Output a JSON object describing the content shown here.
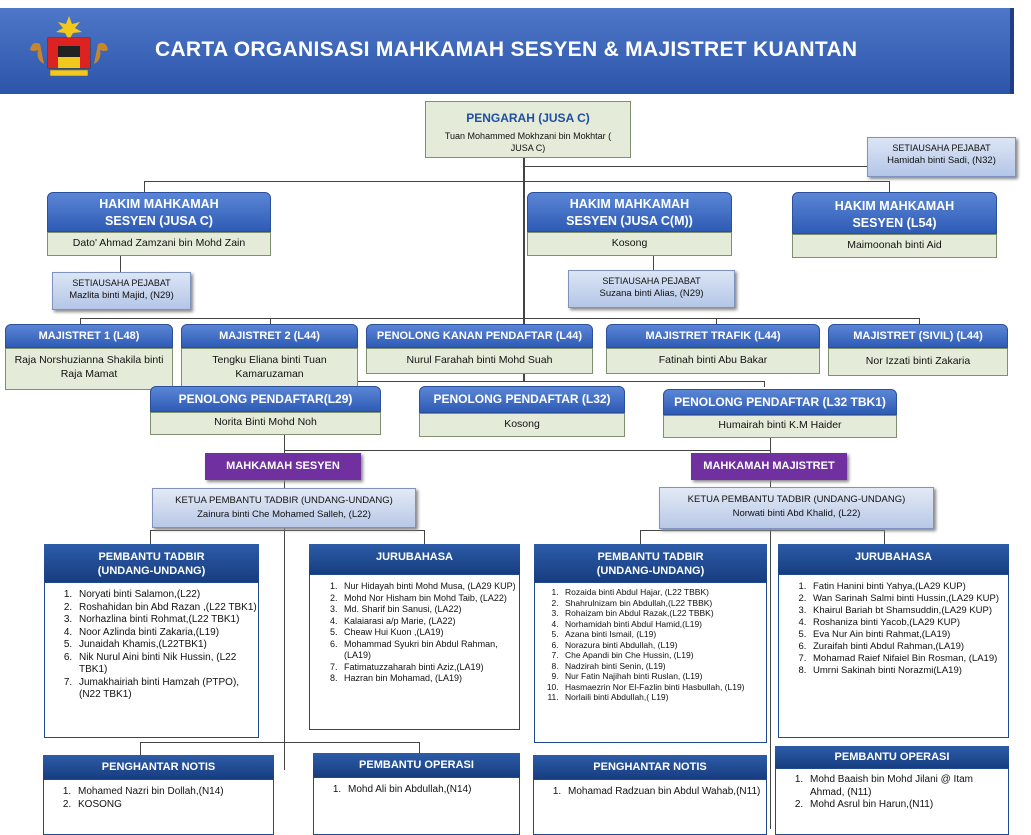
{
  "header": {
    "title": "CARTA ORGANISASI MAHKAMAH SESYEN & MAJISTRET KUANTAN"
  },
  "pengarah": {
    "title": "PENGARAH (JUSA C)",
    "name": "Tuan Mohammed Mokhzani bin Mokhtar ( JUSA C)"
  },
  "setiausaha_pengarah": {
    "title": "SETIAUSAHA PEJABAT",
    "name": "Hamidah binti Sadi, (N32)"
  },
  "hakim": [
    {
      "title": "HAKIM MAHKAMAH SESYEN (JUSA C)",
      "name": "Dato' Ahmad Zamzani bin Mohd Zain"
    },
    {
      "title": "HAKIM MAHKAMAH SESYEN (JUSA C(M))",
      "name": "Kosong"
    },
    {
      "title": "HAKIM MAHKAMAH SESYEN (L54)",
      "name": "Maimoonah binti Aid"
    }
  ],
  "setiausaha_hakim": [
    {
      "title": "SETIAUSAHA PEJABAT",
      "name": "Mazlita binti Majid, (N29)"
    },
    {
      "title": "SETIAUSAHA PEJABAT",
      "name": "Suzana binti Alias, (N29)"
    }
  ],
  "majistret": [
    {
      "title": "MAJISTRET 1 (L48)",
      "name": "Raja Norshuzianna Shakila binti Raja Mamat"
    },
    {
      "title": "MAJISTRET 2 (L44)",
      "name": "Tengku Eliana binti Tuan Kamaruzaman"
    },
    {
      "title": "PENOLONG KANAN PENDAFTAR (L44)",
      "name": "Nurul Farahah binti Mohd Suah"
    },
    {
      "title": "MAJISTRET TRAFIK (L44)",
      "name": "Fatinah binti Abu Bakar"
    },
    {
      "title": "MAJISTRET (SIVIL) (L44)",
      "name": "Nor Izzati binti Zakaria"
    }
  ],
  "penolong": [
    {
      "title": "PENOLONG PENDAFTAR(L29)",
      "name": "Norita Binti Mohd Noh"
    },
    {
      "title": "PENOLONG PENDAFTAR (L32)",
      "name": "Kosong"
    },
    {
      "title": "PENOLONG PENDAFTAR (L32 TBK1)",
      "name": "Humairah binti K.M Haider"
    }
  ],
  "mahkamah": [
    "MAHKAMAH SESYEN",
    "MAHKAMAH MAJISTRET"
  ],
  "ketua": [
    {
      "title": "KETUA PEMBANTU TADBIR (UNDANG-UNDANG)",
      "name": "Zainura binti Che Mohamed Salleh, (L22)"
    },
    {
      "title": "KETUA PEMBANTU TADBIR (UNDANG-UNDANG)",
      "name": "Norwati binti Abd Khalid, (L22)"
    }
  ],
  "panels": [
    {
      "title_1": "PEMBANTU TADBIR",
      "title_2": "(UNDANG-UNDANG)",
      "items": [
        "Noryati binti Salamon,(L22)",
        "Roshahidan bin Abd Razan ,(L22 TBK1)",
        "Norhazlina binti Rohmat,(L22 TBK1)",
        "Noor Azlinda binti Zakaria,(L19)",
        "Junaidah Khamis,(L22TBK1)",
        "Nik Nurul Aini binti Nik Hussin, (L22 TBK1)",
        "Jumakhairiah binti Hamzah (PTPO), (N22 TBK1)"
      ]
    },
    {
      "title_1": "JURUBAHASA",
      "title_2": "",
      "items": [
        "Nur Hidayah binti Mohd Musa, (LA29 KUP)",
        "Mohd Nor Hisham bin Mohd Taib, (LA22)",
        "Md. Sharif bin Sanusi, (LA22)",
        "Kalaiarasi a/p Marie, (LA22)",
        "Cheaw Hui Kuon ,(LA19)",
        "Mohammad Syukri bin Abdul Rahman,(LA19)",
        "Fatimatuzzaharah binti Aziz,(LA19)",
        "Hazran bin Mohamad, (LA19)"
      ]
    },
    {
      "title_1": "PEMBANTU TADBIR",
      "title_2": "(UNDANG-UNDANG)",
      "items": [
        "Rozaida binti Abdul Hajar, (L22 TBBK)",
        "Shahrulnizam bin Abdullah,(L22 TBBK)",
        "Rohaizam bin Abdul Razak,(L22 TBBK)",
        "Norhamidah binti Abdul Hamid,(L19)",
        "Azana binti Ismail, (L19)",
        "Norazura binti Abdullah, (L19)",
        "Che Apandi bin Che Hussin, (L19)",
        "Nadzirah binti Senin, (L19)",
        "Nur Fatin Najihah binti Ruslan, (L19)",
        "Hasmaezrin Nor El-Fazlin binti Hasbullah, (L19)",
        "Norlaili binti Abdullah,( L19)"
      ]
    },
    {
      "title_1": "JURUBAHASA",
      "title_2": "",
      "items": [
        "Fatin Hanini binti Yahya,(LA29 KUP)",
        "Wan Sarinah Salmi binti Hussin,(LA29 KUP)",
        "Khairul Bariah bt Shamsuddin,(LA29 KUP)",
        "Roshaniza binti Yacob,(LA29 KUP)",
        "Eva Nur Ain binti Rahmat,(LA19)",
        "Zuraifah binti Abdul Rahman,(LA19)",
        "Mohamad Raief Nifaiel Bin Rosman, (LA19)",
        "Umrni Sakinah binti Norazmi(LA19)"
      ]
    }
  ],
  "bottom": [
    {
      "title": "PENGHANTAR NOTIS",
      "items": [
        "Mohamed Nazri bin Dollah,(N14)",
        "KOSONG"
      ]
    },
    {
      "title": "PEMBANTU OPERASI",
      "items": [
        "Mohd Ali bin Abdullah,(N14)"
      ]
    },
    {
      "title": "PENGHANTAR NOTIS",
      "items": [
        "Mohamad Radzuan bin Abdul Wahab,(N11)"
      ]
    },
    {
      "title": "PEMBANTU OPERASI",
      "items": [
        "Mohd Baaish bin Mohd Jilani @ Itam Ahmad, (N11)",
        "Mohd Asrul bin Harun,(N11)"
      ]
    }
  ]
}
